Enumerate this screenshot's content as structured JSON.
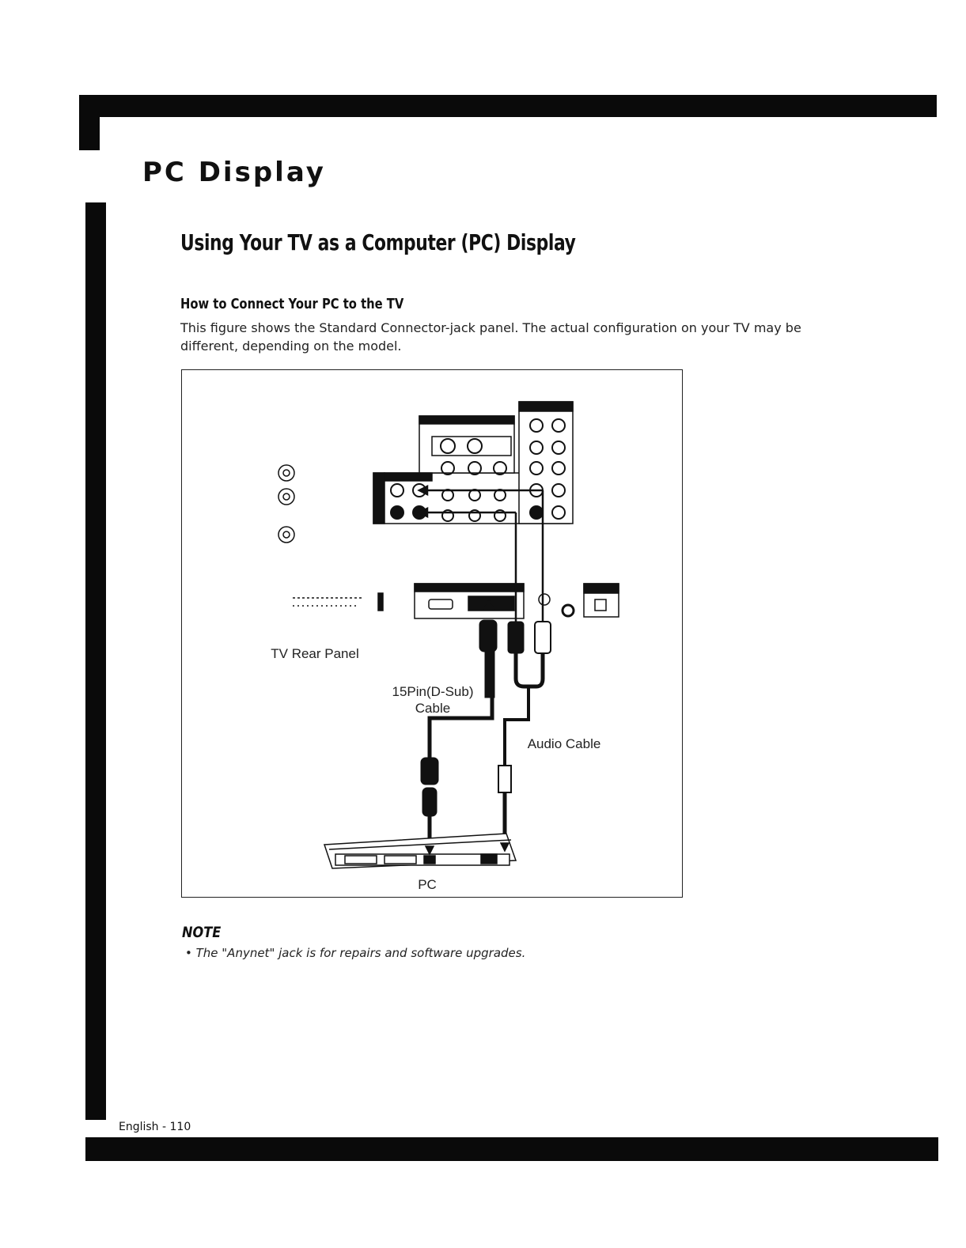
{
  "page": {
    "section_title": "PC Display",
    "subtitle": "Using Your TV as a Computer (PC) Display",
    "how_to_title": "How to Connect Your PC to the TV",
    "intro_text": "This figure shows the Standard Connector-jack panel. The actual configuration on your TV may be different, depending on the model.",
    "page_number": "English - 110"
  },
  "figure": {
    "tv_panel_label": "TV Rear Panel",
    "vga_cable_label_line1": "15Pin(D-Sub)",
    "vga_cable_label_line2": "Cable",
    "audio_cable_label": "Audio Cable",
    "pc_label": "PC"
  },
  "note": {
    "heading": "NOTE",
    "text": "• The \"Anynet\" jack is for repairs and software upgrades."
  }
}
